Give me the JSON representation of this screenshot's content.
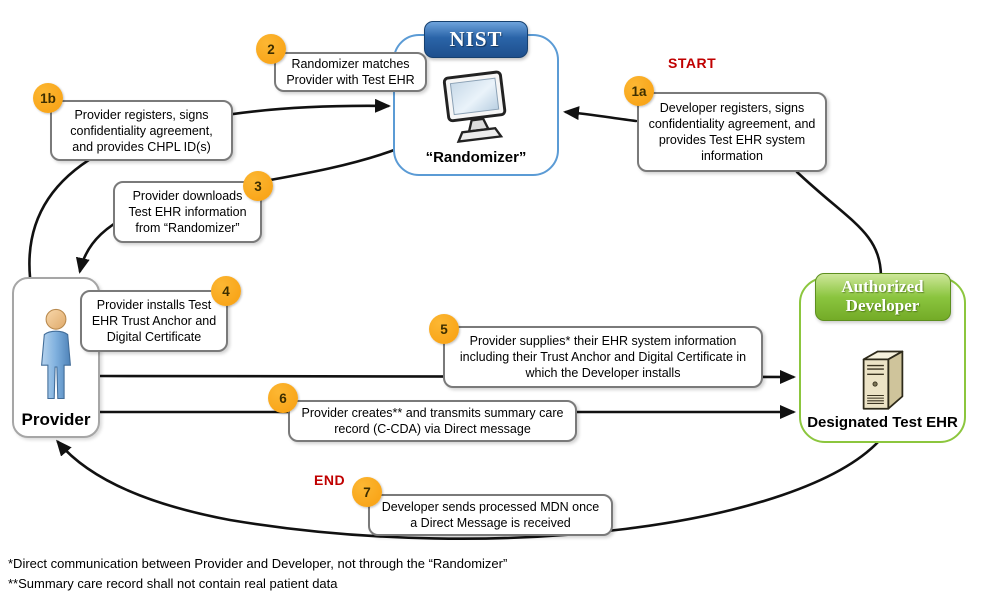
{
  "diagram": {
    "nodes": {
      "randomizer": {
        "badge": "NIST",
        "label": "“Randomizer”"
      },
      "provider": {
        "label": "Provider"
      },
      "developer": {
        "badge": "Authorized Developer",
        "label": "Designated Test EHR"
      }
    },
    "markers": {
      "start": "START",
      "end": "END"
    },
    "steps": [
      {
        "id": "1a",
        "text": "Developer registers, signs confidentiality agreement, and provides Test EHR system information"
      },
      {
        "id": "1b",
        "text": "Provider registers, signs confidentiality agreement, and provides CHPL ID(s)"
      },
      {
        "id": "2",
        "text": "Randomizer matches Provider with Test EHR"
      },
      {
        "id": "3",
        "text": "Provider downloads Test EHR information from “Randomizer”"
      },
      {
        "id": "4",
        "text": "Provider installs Test EHR Trust Anchor and Digital Certificate"
      },
      {
        "id": "5",
        "text": "Provider supplies* their EHR system information including their Trust Anchor and Digital Certificate in which the Developer installs"
      },
      {
        "id": "6",
        "text": "Provider creates** and transmits summary care record (C-CDA) via Direct message"
      },
      {
        "id": "7",
        "text": "Developer sends processed MDN once a Direct Message is received"
      }
    ],
    "footnotes": [
      "*Direct communication between Provider and Developer, not through the “Randomizer”",
      "**Summary care record shall not contain real patient data"
    ],
    "colors": {
      "step_badge_orange": "#F9A61A",
      "start_end_red": "#C00000",
      "nist_blue": "#2A64A8",
      "randomizer_border_blue": "#5B9BD5",
      "developer_green": "#8BC53F",
      "developer_border_green": "#8CC63E",
      "arrow_black": "#111111"
    }
  }
}
